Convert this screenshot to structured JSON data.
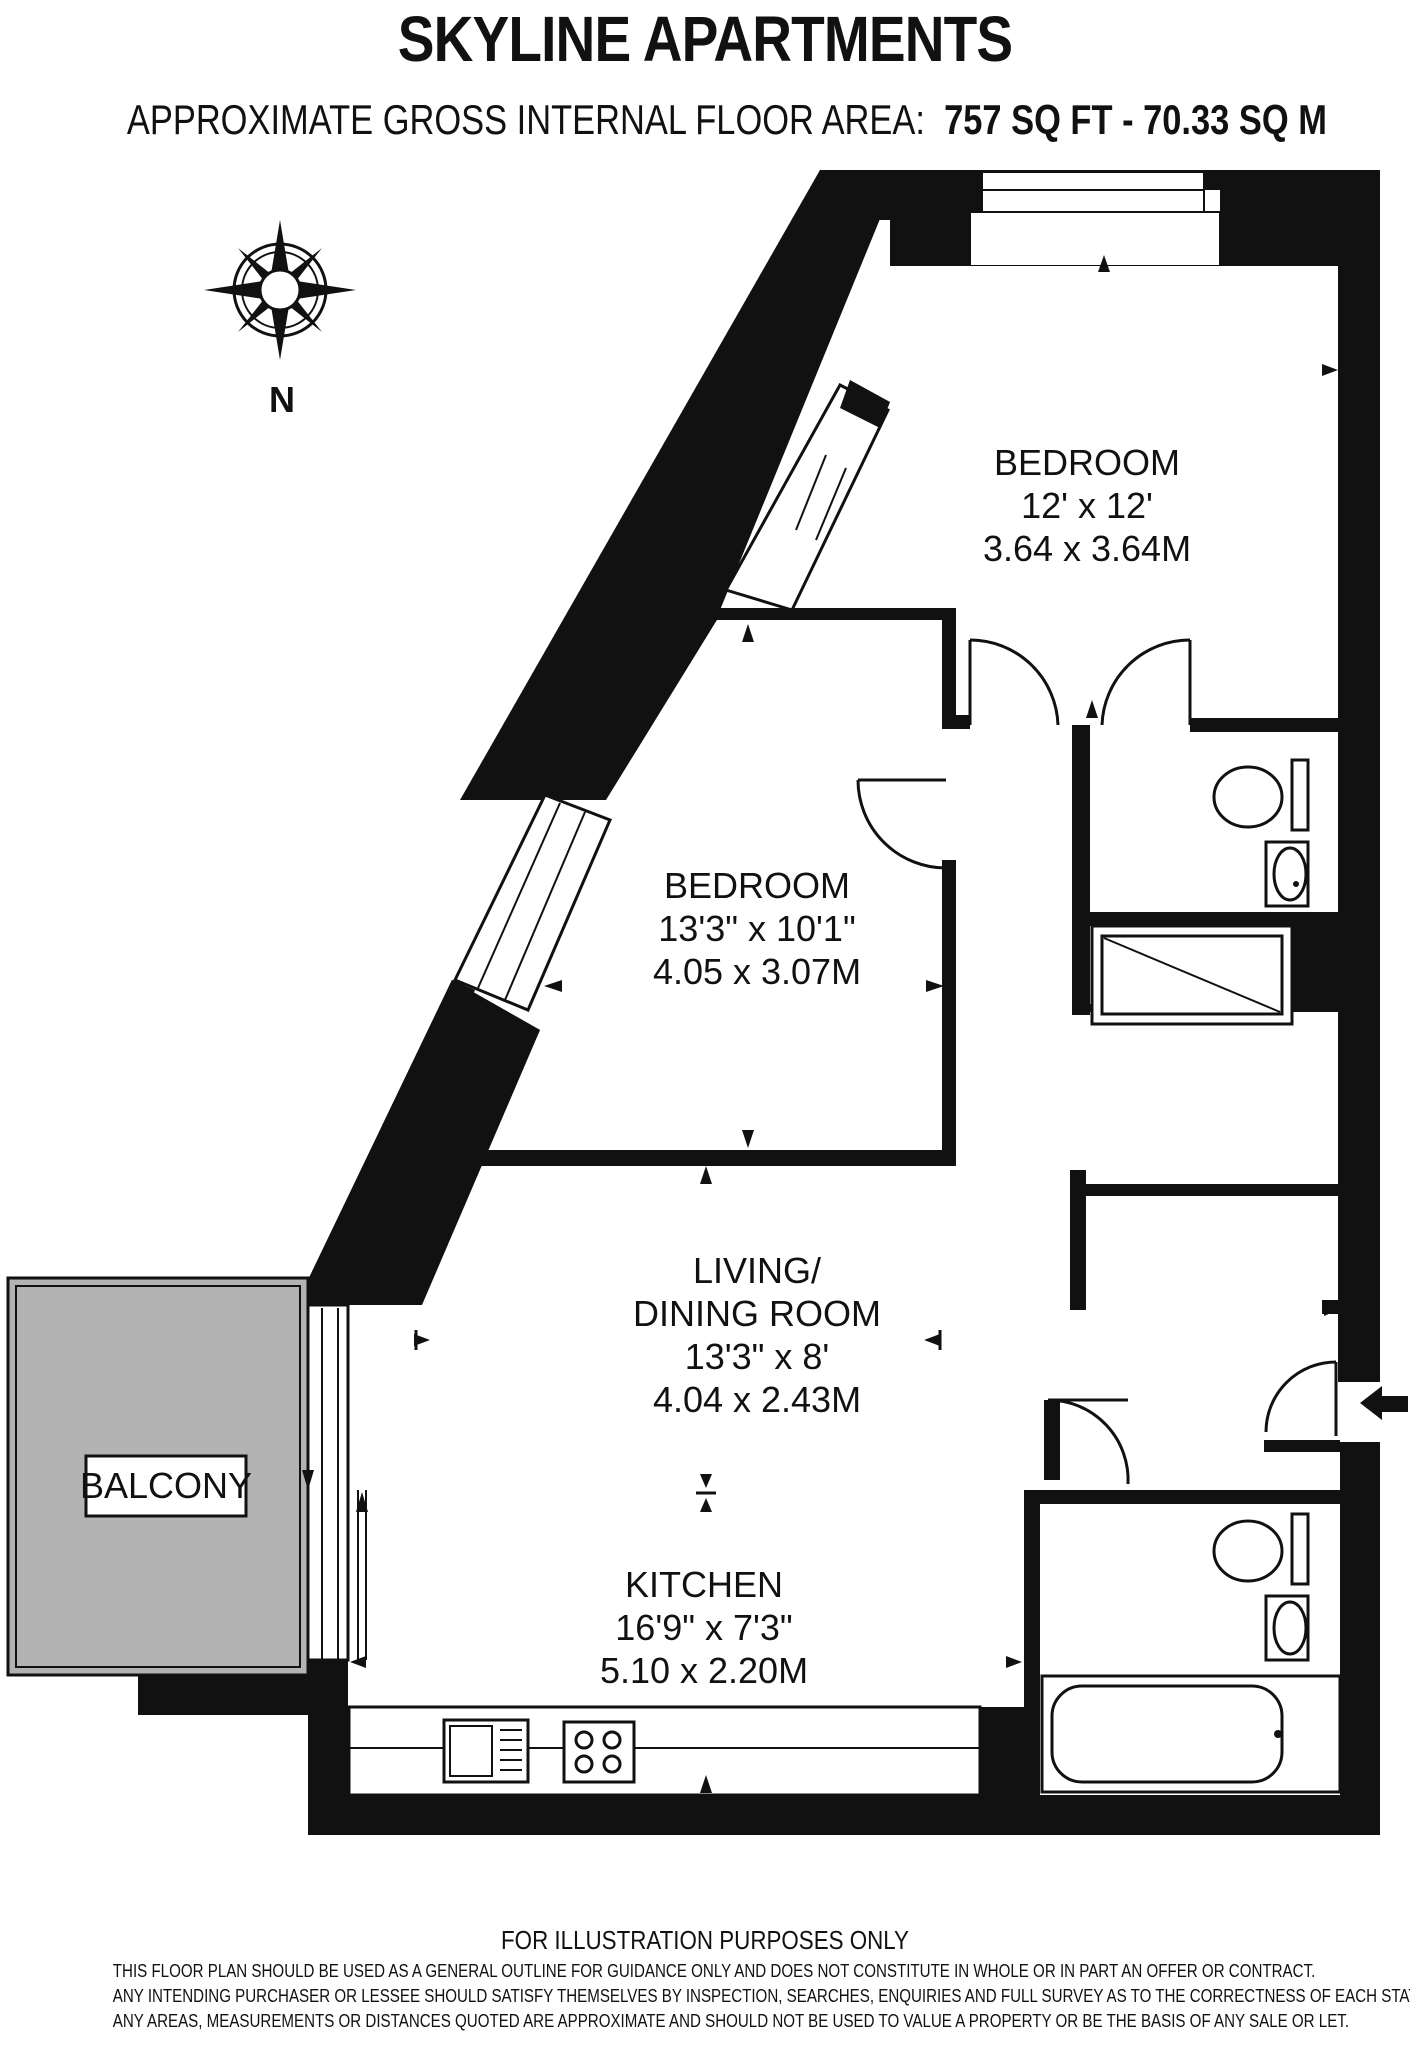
{
  "header": {
    "title": "SKYLINE APARTMENTS",
    "area_label": "APPROXIMATE GROSS INTERNAL FLOOR AREA:",
    "area_value": "757 SQ FT  -  70.33 SQ M"
  },
  "compass": {
    "label": "N",
    "icon": "compass-rose-icon"
  },
  "rooms": {
    "bedroom_1": {
      "name": "BEDROOM",
      "imperial": "12' x 12'",
      "metric": "3.64 x 3.64M"
    },
    "bedroom_2": {
      "name": "BEDROOM",
      "imperial": "13'3\" x 10'1\"",
      "metric": "4.05 x 3.07M"
    },
    "living": {
      "name_line1": "LIVING/",
      "name_line2": "DINING ROOM",
      "imperial": "13'3\" x 8'",
      "metric": "4.04 x 2.43M"
    },
    "kitchen": {
      "name": "KITCHEN",
      "imperial": "16'9\" x 7'3\"",
      "metric": "5.10 x 2.20M"
    },
    "balcony": {
      "name": "BALCONY"
    }
  },
  "colors": {
    "wall": "#111111",
    "balcony_fill": "#b3b3b3",
    "background": "#ffffff"
  },
  "footer": {
    "illustration": "FOR ILLUSTRATION PURPOSES ONLY",
    "disclaimer_1": "THIS FLOOR PLAN SHOULD BE USED AS A GENERAL OUTLINE FOR GUIDANCE ONLY AND DOES NOT CONSTITUTE IN WHOLE OR IN PART AN OFFER OR CONTRACT.",
    "disclaimer_2": "ANY INTENDING PURCHASER OR LESSEE SHOULD SATISFY THEMSELVES BY INSPECTION, SEARCHES, ENQUIRIES AND FULL SURVEY AS TO THE CORRECTNESS OF EACH STATEMENT.",
    "disclaimer_3": "ANY AREAS, MEASUREMENTS OR DISTANCES QUOTED ARE APPROXIMATE AND SHOULD NOT BE USED TO VALUE A PROPERTY OR BE THE BASIS OF ANY SALE OR LET."
  }
}
